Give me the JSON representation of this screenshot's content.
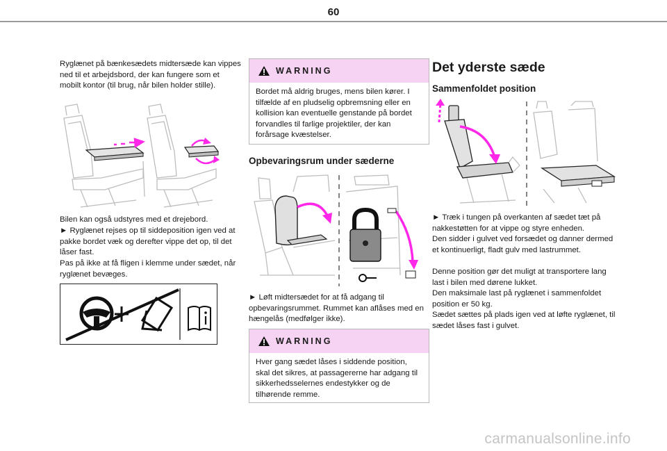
{
  "page_number": "60",
  "col1": {
    "intro": "Ryglænet på bænkesædets midtersæde kan vippes ned til et arbejdsbord, der kan fungere som et mobilt kontor (til brug, når bilen holder stille).",
    "para2": "Bilen kan også udstyres med et drejebord.",
    "step": "► Ryglænet rejses op til siddeposition igen ved at pakke bordet væk og derefter vippe det op, til det låser fast.",
    "note": "Pas på ikke at få fligen i klemme under sædet, når ryglænet bevæges."
  },
  "col2": {
    "warning1_title": "WARNING",
    "warning1_text": "Bordet må aldrig bruges, mens bilen kører. I tilfælde af en pludselig opbremsning eller en kollision kan eventuelle genstande på bordet forvandles til farlige projektiler, der kan forårsage kvæstelser.",
    "heading": "Opbevaringsrum under sæderne",
    "step": "► Løft midtersædet for at få adgang til opbevaringsrummet. Rummet kan aflåses med en hængelås (medfølger ikke).",
    "warning2_title": "WARNING",
    "warning2_text": "Hver gang sædet låses i siddende position, skal det sikres, at passagererne har adgang til sikkerhedsselernes endestykker og de tilhørende remme."
  },
  "col3": {
    "heading": "Det yderste sæde",
    "subheading": "Sammenfoldet position",
    "step": "► Træk i tungen på overkanten af sædet tæt på nakkestøtten for at vippe og styre enheden.",
    "p1": "Den sidder i gulvet ved forsædet og danner dermed et kontinuerligt, fladt gulv med lastrummet.",
    "p2": "Denne position gør det muligt at transportere lang last i bilen med dørene lukket.",
    "p3": "Den maksimale last på ryglænet i sammenfoldet position er 50 kg.",
    "p4": "Sædet sættes på plads igen ved at løfte ryglænet, til sædet låses fast i gulvet."
  },
  "colors": {
    "accent": "#ff27e8",
    "warning_bg": "#f6d2f3",
    "rule": "#9a9a9a"
  },
  "watermark": "carmanualsonline.info"
}
